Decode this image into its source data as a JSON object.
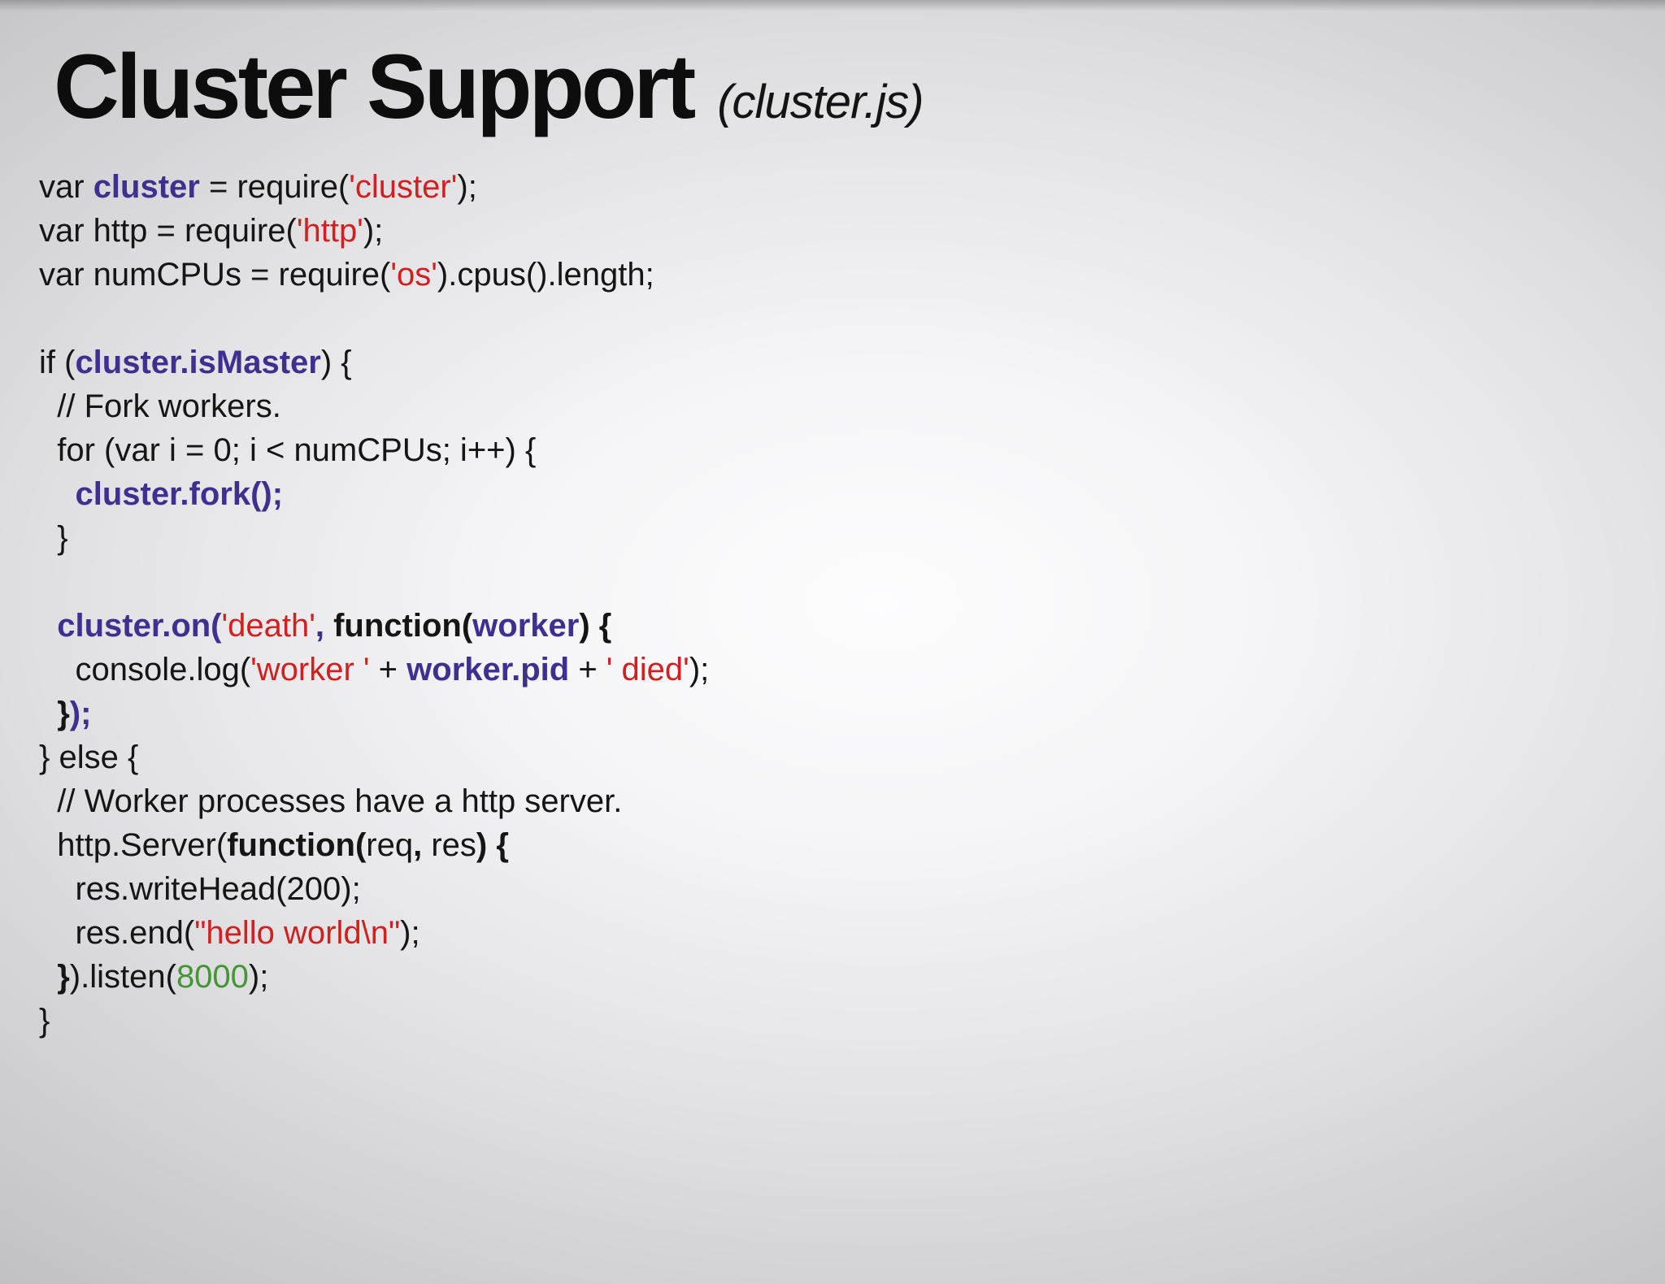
{
  "slide": {
    "title": "Cluster Support",
    "subtitle": "(cluster.js)"
  },
  "colors": {
    "identifier_purple": "#3f3090",
    "string_red": "#d02020",
    "number_green": "#459538",
    "code_black": "#151515",
    "background_center": "#fdfdfe",
    "background_edge": "#a0a0a4"
  },
  "code": {
    "lines": [
      [
        [
          "n",
          "var "
        ],
        [
          "p",
          "cluster"
        ],
        [
          "n",
          " = require("
        ],
        [
          "r",
          "'cluster'"
        ],
        [
          "n",
          ");"
        ]
      ],
      [
        [
          "n",
          "var http = require("
        ],
        [
          "r",
          "'http'"
        ],
        [
          "n",
          ");"
        ]
      ],
      [
        [
          "n",
          "var numCPUs = require("
        ],
        [
          "r",
          "'os'"
        ],
        [
          "n",
          ").cpus().length;"
        ]
      ],
      [],
      [
        [
          "n",
          "if ("
        ],
        [
          "p",
          "cluster.isMaster"
        ],
        [
          "n",
          ") {"
        ]
      ],
      [
        [
          "n",
          "  // Fork workers."
        ]
      ],
      [
        [
          "n",
          "  for (var i = 0; i < numCPUs; i++) {"
        ]
      ],
      [
        [
          "n",
          "    "
        ],
        [
          "p",
          "cluster.fork();"
        ]
      ],
      [
        [
          "n",
          "  }"
        ]
      ],
      [],
      [
        [
          "n",
          "  "
        ],
        [
          "p",
          "cluster.on("
        ],
        [
          "r",
          "'death'"
        ],
        [
          "p",
          ", "
        ],
        [
          "b",
          "function("
        ],
        [
          "p",
          "worker"
        ],
        [
          "b",
          ") {"
        ]
      ],
      [
        [
          "n",
          "    console.log("
        ],
        [
          "r",
          "'worker '"
        ],
        [
          "n",
          " + "
        ],
        [
          "p",
          "worker.pid"
        ],
        [
          "n",
          " + "
        ],
        [
          "r",
          "' died'"
        ],
        [
          "n",
          ");"
        ]
      ],
      [
        [
          "b",
          "  }"
        ],
        [
          "p",
          ");"
        ]
      ],
      [
        [
          "n",
          "} else {"
        ]
      ],
      [
        [
          "n",
          "  // Worker processes have a http server."
        ]
      ],
      [
        [
          "n",
          "  http.Server("
        ],
        [
          "b",
          "function("
        ],
        [
          "n",
          "req"
        ],
        [
          "b",
          ","
        ],
        [
          "n",
          " res"
        ],
        [
          "b",
          ") {"
        ]
      ],
      [
        [
          "n",
          "    res.writeHead(200);"
        ]
      ],
      [
        [
          "n",
          "    res.end("
        ],
        [
          "r",
          "\"hello world\\n\""
        ],
        [
          "n",
          ");"
        ]
      ],
      [
        [
          "b",
          "  }"
        ],
        [
          "n",
          ").listen("
        ],
        [
          "g",
          "8000"
        ],
        [
          "n",
          ");"
        ]
      ],
      [
        [
          "n",
          "}"
        ]
      ]
    ]
  }
}
